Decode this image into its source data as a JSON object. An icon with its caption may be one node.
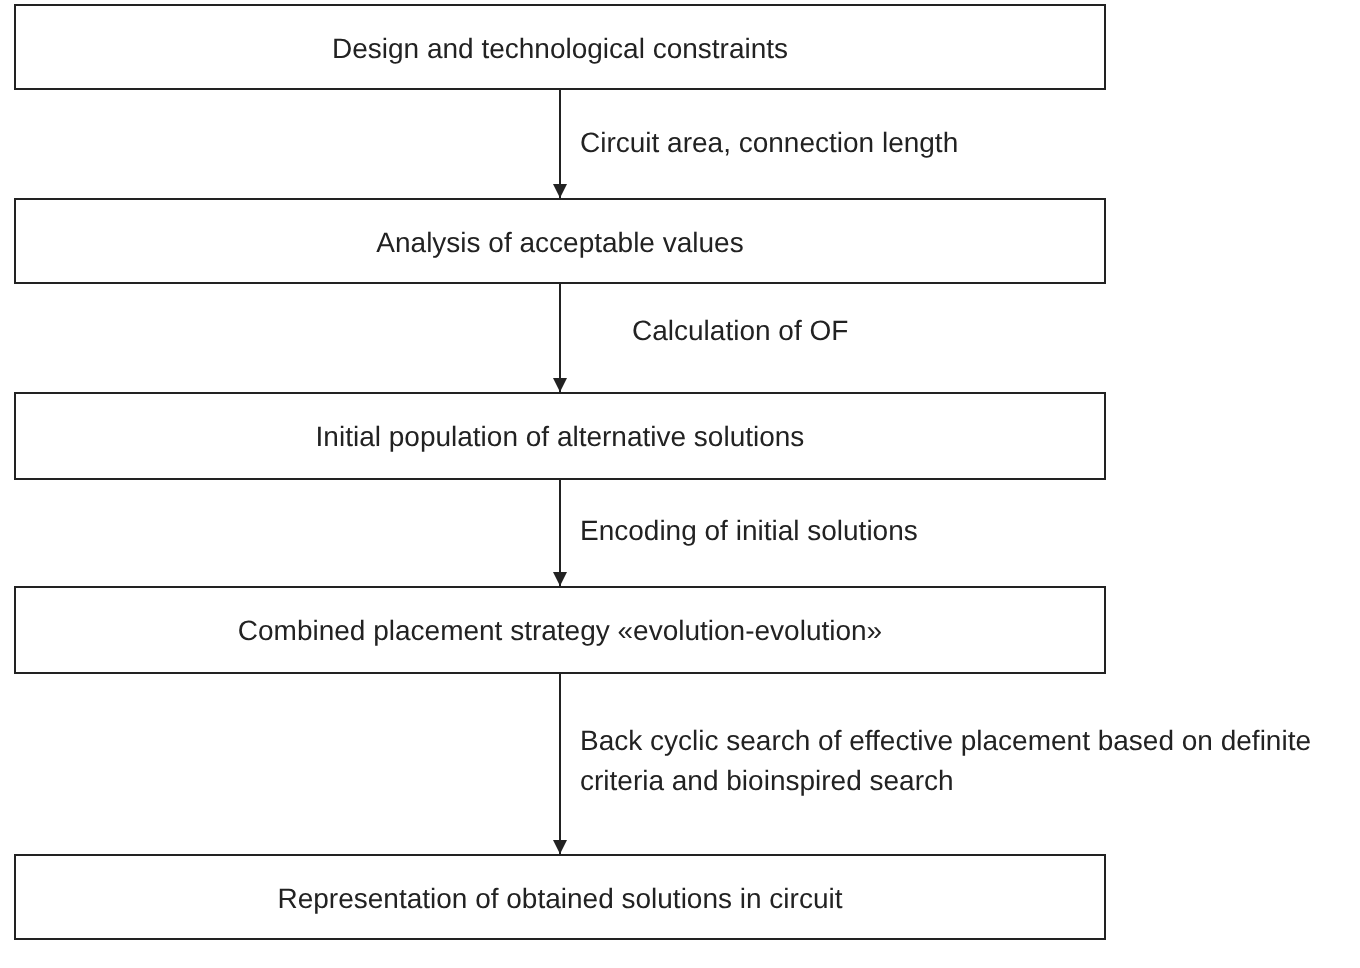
{
  "diagram": {
    "nodes": [
      {
        "text": [
          "Design and technological constraints"
        ]
      },
      {
        "text": [
          "Analysis of acceptable values"
        ]
      },
      {
        "text": [
          "Initial population of alternative solutions"
        ]
      },
      {
        "text": [
          "Combined placement strategy «evolution-evolution»"
        ]
      },
      {
        "text": [
          "Representation of obtained solutions in circuit"
        ]
      }
    ],
    "edges": [
      {
        "from": 0,
        "to": 1,
        "arrow": "to",
        "label": "Circuit area, connection length"
      },
      {
        "from": 1,
        "to": 2,
        "arrow": "to",
        "label": "Calculation of OF"
      },
      {
        "from": 2,
        "to": 3,
        "arrow": "to",
        "label": "Encoding of initial solutions"
      },
      {
        "from": 3,
        "to": 4,
        "arrow": "to",
        "label": "Back cyclic search of effective placement based on definite criteria and bioinspired search"
      }
    ]
  }
}
